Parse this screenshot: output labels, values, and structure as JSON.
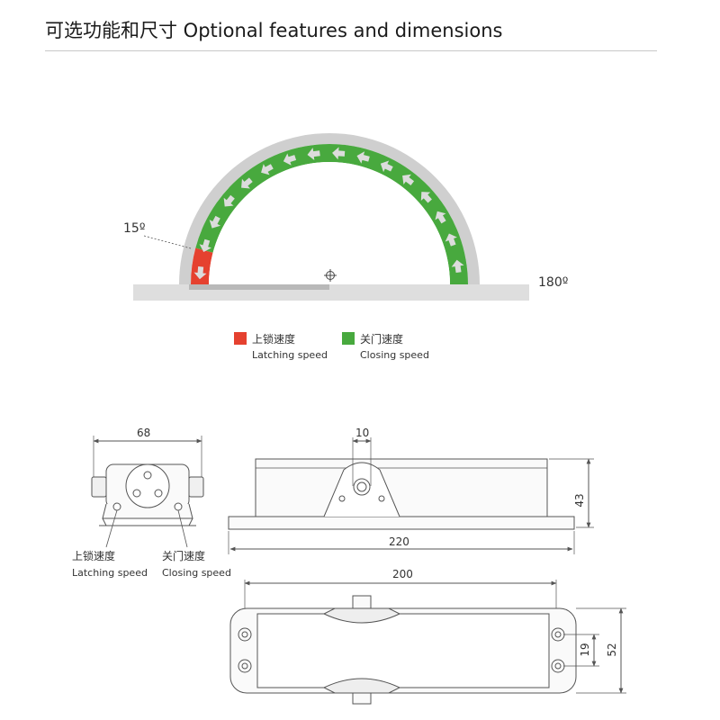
{
  "header": {
    "title": "可选功能和尺寸 Optional features and dimensions"
  },
  "swing_diagram": {
    "angle_start": "15º",
    "angle_end": "180º",
    "legend": [
      {
        "label_cn": "上锁速度",
        "label_en": "Latching speed",
        "color": "#e5412f"
      },
      {
        "label_cn": "关门速度",
        "label_en": "Closing speed",
        "color": "#48a93e"
      }
    ]
  },
  "dimensions": {
    "side_width": "68",
    "side_latching_cn": "上锁速度",
    "side_latching_en": "Latching speed",
    "side_closing_cn": "关门速度",
    "side_closing_en": "Closing speed",
    "spindle": "10",
    "height": "43",
    "length": "220",
    "hole_spacing": "200",
    "hole_pitch": "19",
    "base_width": "52"
  },
  "colors": {
    "arc_outer": "#cfcfcf",
    "latching": "#e5412f",
    "closing": "#48a93e",
    "arrow": "#dcdcdc",
    "line": "#555555"
  }
}
